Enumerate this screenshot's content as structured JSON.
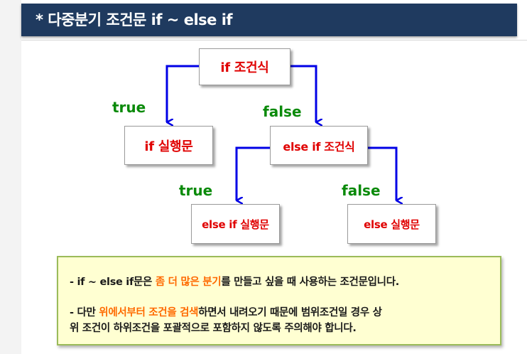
{
  "header": {
    "title": "* 다중분기 조건문 if ~ else if"
  },
  "boxes": {
    "if_condition": "if 조건식",
    "if_action": "if 실행문",
    "elseif_condition": "else if 조건식",
    "elseif_action": "else if 실행문",
    "else_action": "else 실행문"
  },
  "branches": {
    "true_1": "true",
    "false_1": "false",
    "true_2": "true",
    "false_2": "false"
  },
  "note": {
    "line1": {
      "pre": "- if ~ else if문은 ",
      "highlight": "좀 더 많은 분기",
      "post": "를 만들고 싶을 때 사용하는 조건문입니다."
    },
    "line2": {
      "pre": "- 다만 ",
      "highlight": "위에서부터 조건을 검색",
      "post": "하면서 내려오기 때문에 범위조건일 경우 상"
    },
    "line3": "위 조건이 하위조건을 포괄적으로 포함하지 않도록 주의해야 합니다."
  },
  "colors": {
    "header_bg": "#1f3a5f",
    "box_text": "#e00000",
    "branch_text": "#0a8a0a",
    "arrow": "#0000e6",
    "note_bg": "#ffffd2",
    "note_border": "#9bbb59",
    "highlight": "#ff6a00"
  }
}
